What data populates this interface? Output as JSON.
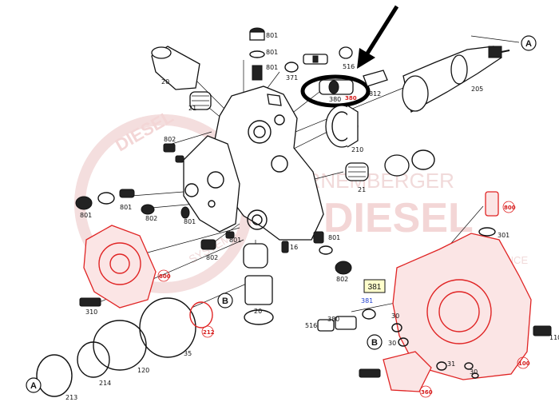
{
  "watermark": {
    "word1": "DIESEL",
    "word2": "BORNEMBERGER",
    "word3": "DIESEL",
    "word4": "SYSTEMS",
    "word5": "PERFORMANCE"
  },
  "highlight_box": "381",
  "reference_letters": {
    "a": "A",
    "b": "B"
  },
  "labels": {
    "l801a": "801",
    "l801b": "801",
    "l801c": "801",
    "l371": "371",
    "l516": "516",
    "l380": "380",
    "l812": "812",
    "l205": "205",
    "l20": "20",
    "l21a": "21",
    "l21b": "21",
    "l210": "210",
    "l802a": "802",
    "l802b": "802",
    "l802c": "802",
    "l802d": "802",
    "l801d": "801",
    "l801e": "801",
    "l801f": "801",
    "l801g": "801",
    "l801h": "801",
    "l16": "16",
    "l20b": "20",
    "l310": "310",
    "l35": "35",
    "l120": "120",
    "l214": "214",
    "l213": "213",
    "l516b": "516",
    "l380b": "380",
    "l381": "381",
    "l30a": "30",
    "l30b": "30",
    "l30c": "30",
    "l31": "31",
    "l110": "110",
    "l301": "301"
  },
  "red_labels": {
    "r380": "380",
    "r212": "212",
    "r800a": "800",
    "r800b": "800",
    "r100": "100",
    "r360": "360"
  }
}
